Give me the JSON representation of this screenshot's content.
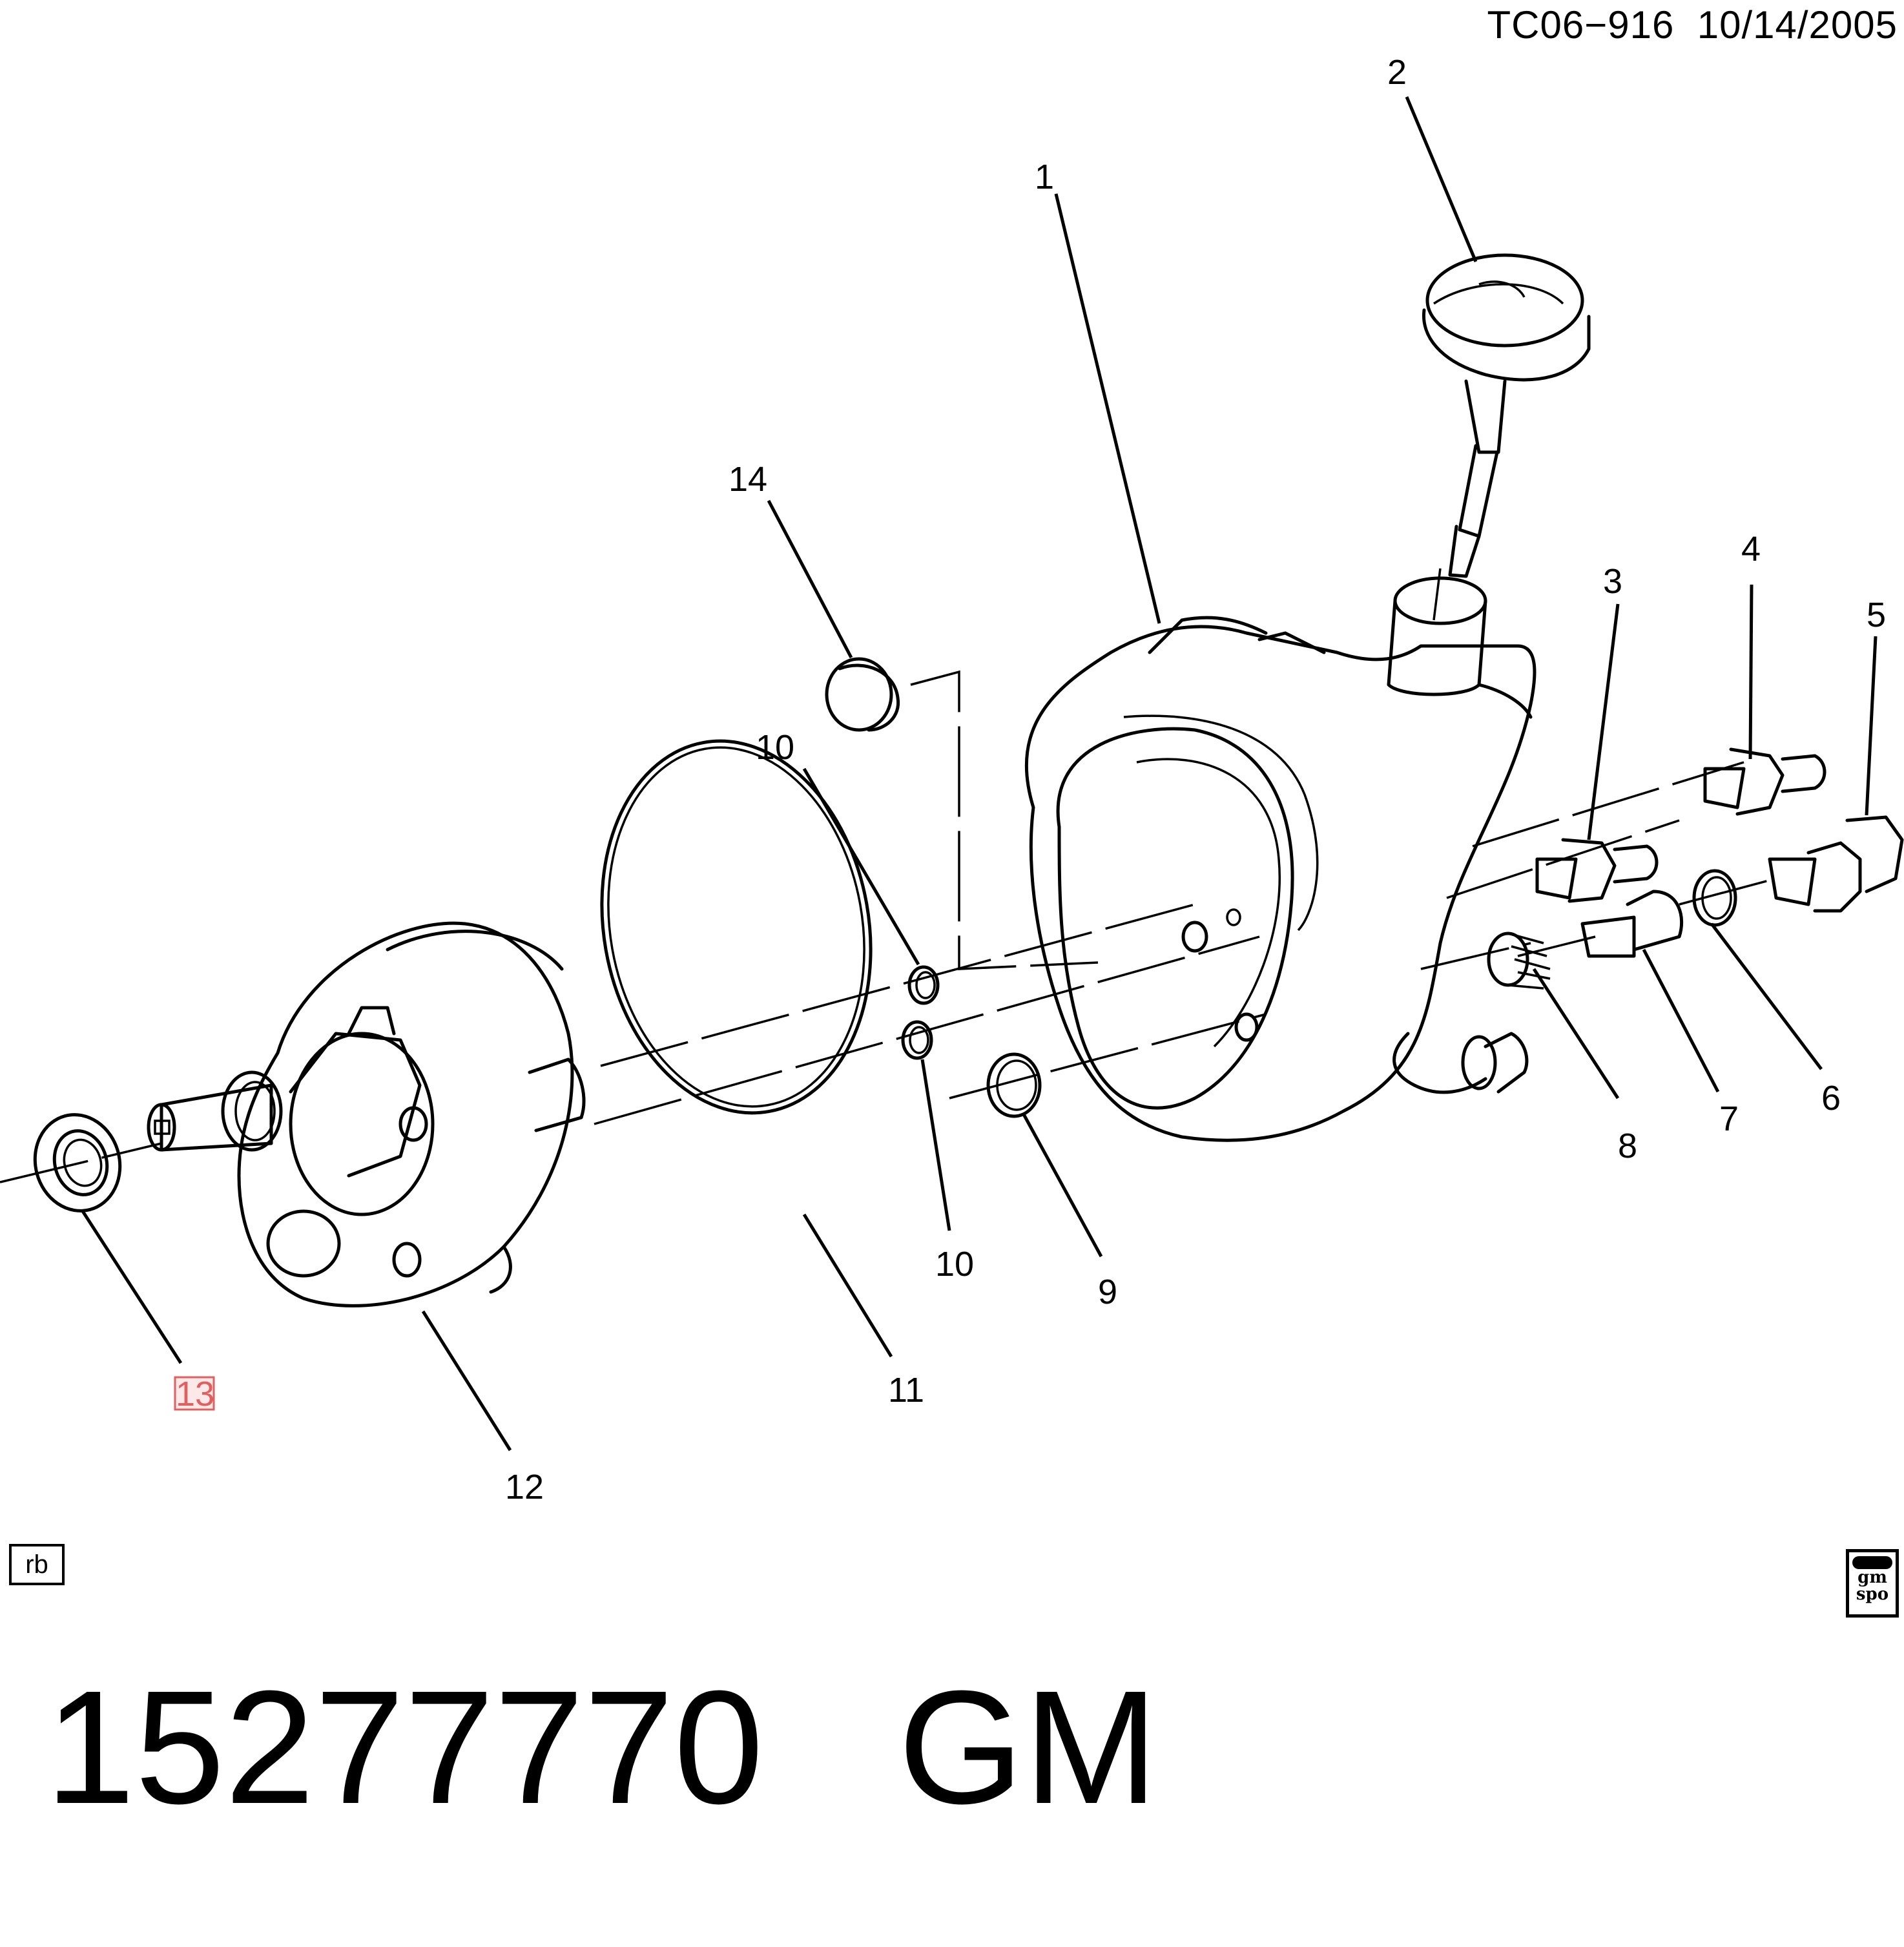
{
  "header": {
    "drawing_id": "TC06−916",
    "date": "10/14/2005"
  },
  "callouts": [
    {
      "id": "c1",
      "label": "1"
    },
    {
      "id": "c2",
      "label": "2"
    },
    {
      "id": "c3",
      "label": "3"
    },
    {
      "id": "c4",
      "label": "4"
    },
    {
      "id": "c5",
      "label": "5"
    },
    {
      "id": "c6",
      "label": "6"
    },
    {
      "id": "c7",
      "label": "7"
    },
    {
      "id": "c8",
      "label": "8"
    },
    {
      "id": "c9",
      "label": "9"
    },
    {
      "id": "c10a",
      "label": "10"
    },
    {
      "id": "c10b",
      "label": "10"
    },
    {
      "id": "c11",
      "label": "11"
    },
    {
      "id": "c12",
      "label": "12"
    },
    {
      "id": "c13",
      "label": "13",
      "highlighted": true
    },
    {
      "id": "c14",
      "label": "14"
    }
  ],
  "highlight_color": "#e06060",
  "box_label": "rb",
  "logo": {
    "line1": "gm",
    "line2": "spo"
  },
  "footer": {
    "part_number": "15277770",
    "brand": "GM"
  }
}
